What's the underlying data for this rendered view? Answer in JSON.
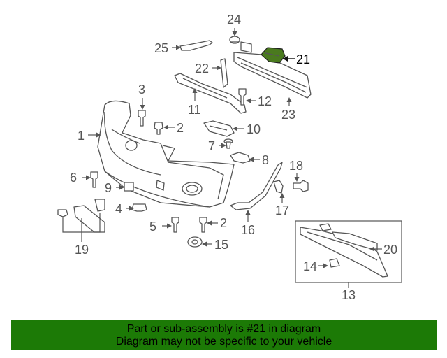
{
  "diagram": {
    "highlight_color": "#4a7a1e",
    "highlighted_callout": "21",
    "callouts": {
      "c1": "1",
      "c2a": "2",
      "c2b": "2",
      "c3": "3",
      "c4": "4",
      "c5": "5",
      "c6": "6",
      "c7": "7",
      "c8": "8",
      "c9": "9",
      "c10": "10",
      "c11": "11",
      "c12": "12",
      "c13": "13",
      "c14": "14",
      "c15": "15",
      "c16": "16",
      "c17": "17",
      "c18": "18",
      "c19": "19",
      "c20": "20",
      "c21": "21",
      "c22": "22",
      "c23": "23",
      "c24": "24",
      "c25": "25"
    }
  },
  "banner": {
    "background": "#1c7a06",
    "line1": "Part or sub-assembly is #21 in diagram",
    "line2": "Diagram may not be specific to your vehicle"
  }
}
